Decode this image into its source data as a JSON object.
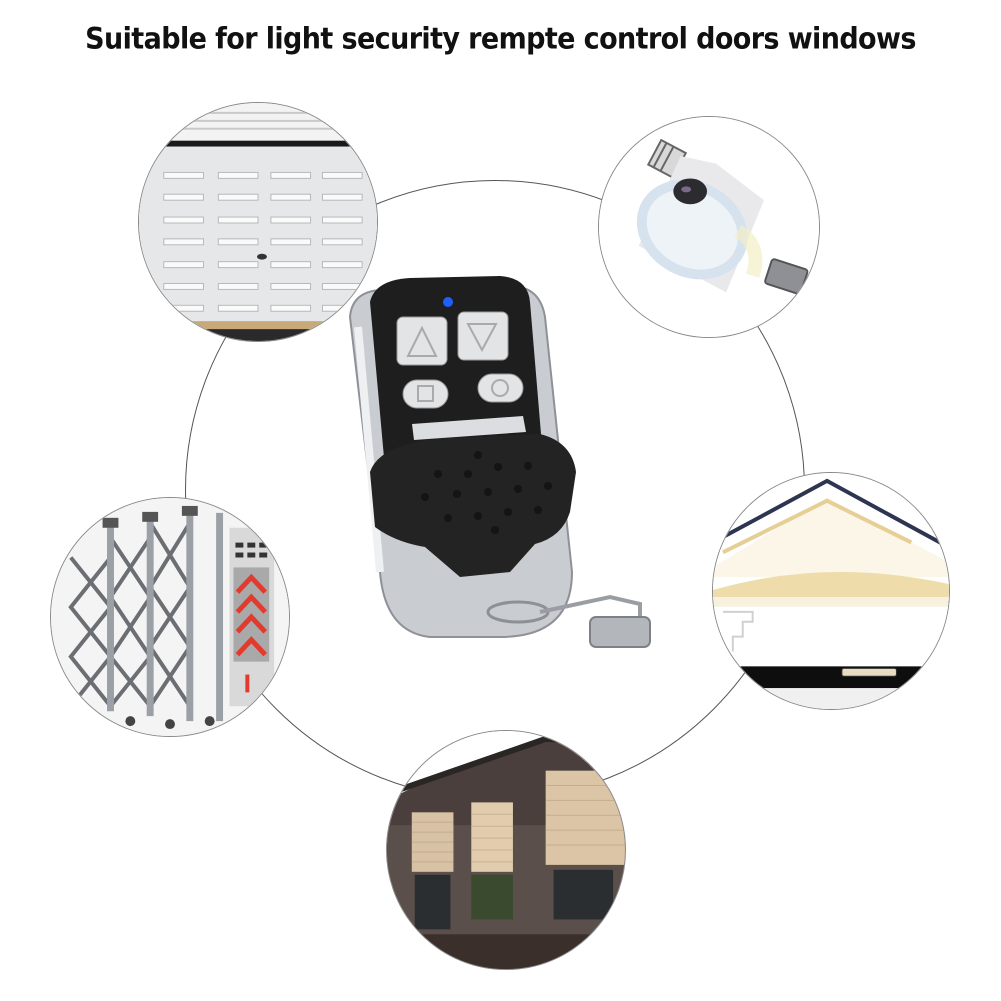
{
  "title": "Suitable for light security rempte control doors windows",
  "remote": {
    "name": "4-button remote control key fob",
    "led_color": "#1f5fff",
    "buttons": [
      {
        "id": "up",
        "icon": "triangle-up-icon"
      },
      {
        "id": "down",
        "icon": "triangle-down-icon"
      },
      {
        "id": "stop",
        "icon": "square-icon"
      },
      {
        "id": "circle",
        "icon": "circle-icon"
      }
    ]
  },
  "applications": [
    {
      "id": "garage-door",
      "label": "Garage door",
      "position": "top-left"
    },
    {
      "id": "light",
      "label": "Remote control light",
      "position": "top-right"
    },
    {
      "id": "gate",
      "label": "Retractable gate",
      "position": "middle-left"
    },
    {
      "id": "roller-door",
      "label": "Roller door",
      "position": "middle-right"
    },
    {
      "id": "windows",
      "label": "Roller shutter windows",
      "position": "bottom"
    }
  ],
  "colors": {
    "background": "#ffffff",
    "title": "#111111",
    "ring": "#555555",
    "remote_body": "#1e1e1e",
    "chrome": "#c8cbd0",
    "gate_arrows": "#e23b2e"
  }
}
